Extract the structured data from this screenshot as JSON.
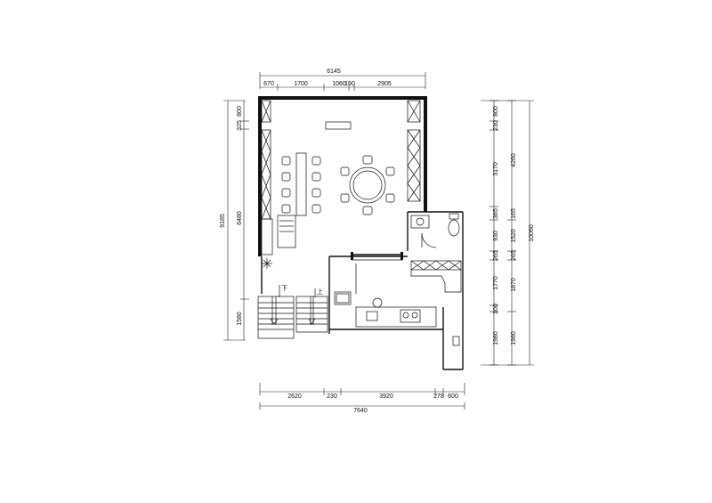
{
  "dimensions": {
    "top_total": "6145",
    "top_segments": [
      "670",
      "1700",
      "1060",
      "190",
      "2905"
    ],
    "bottom_segments": [
      "2620",
      "230",
      "3920",
      "278",
      "600"
    ],
    "bottom_total": "7640",
    "left_outer": "9185",
    "left_inner": [
      "800",
      "325",
      "6480",
      "1580"
    ],
    "right_inner": [
      "800",
      "230",
      "3170",
      "365",
      "930",
      "265",
      "1770",
      "100",
      "1980"
    ],
    "right_mid": [
      "4260",
      "165",
      "1520",
      "265",
      "1870",
      "1980"
    ],
    "right_outer": "10060"
  },
  "labels": {
    "stair_down": "下",
    "stair_up": "上"
  }
}
